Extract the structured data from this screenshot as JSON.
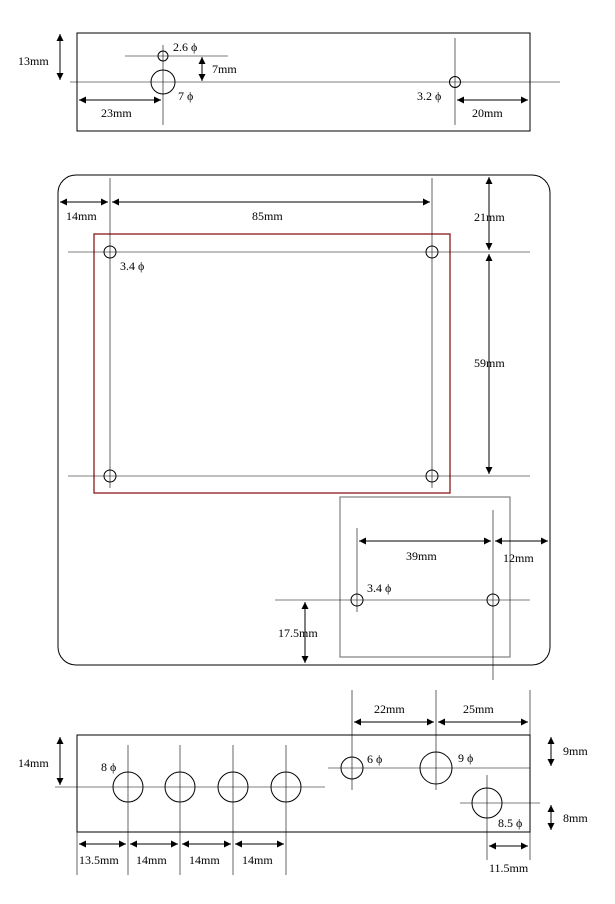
{
  "top_view": {
    "height_label": "13mm",
    "hole_small_label": "2.6 ϕ",
    "offset_label": "7mm",
    "hole_big_label": "7 ϕ",
    "left_offset_label": "23mm",
    "hole_right_label": "3.2 ϕ",
    "right_offset_label": "20mm"
  },
  "middle_view": {
    "left_margin_label": "14mm",
    "width_label": "85mm",
    "top_margin_label": "21mm",
    "hole_label": "3.4 ϕ",
    "height_label": "59mm",
    "colors": {
      "board_outline": "#8b1a1a",
      "sub_board_outline": "#888888"
    }
  },
  "sub_board": {
    "width_label": "39mm",
    "right_margin_label": "12mm",
    "hole_label": "3.4 ϕ",
    "bottom_margin_label": "17.5mm"
  },
  "bottom_view": {
    "height_label": "14mm",
    "hole_8_label": "8 ϕ",
    "hole_6_label": "6 ϕ",
    "hole_9_label": "9 ϕ",
    "hole_85_label": "8.5 ϕ",
    "gap_22_label": "22mm",
    "gap_25_label": "25mm",
    "top_offset_label": "9mm",
    "bottom_offset_label": "8mm",
    "left_offset_label": "13.5mm",
    "spacing_labels": [
      "14mm",
      "14mm",
      "14mm"
    ],
    "right_offset_label": "11.5mm"
  }
}
